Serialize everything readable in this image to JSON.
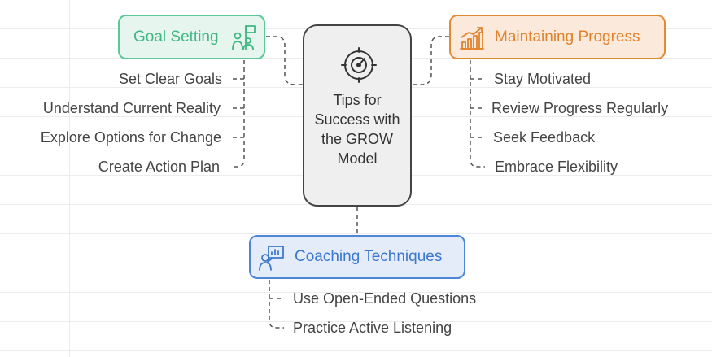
{
  "center": {
    "title": "Tips for Success with the GROW Model",
    "icon": "gauge-icon"
  },
  "goal_setting": {
    "label": "Goal Setting",
    "icon": "team-target-icon",
    "color": "#3fb783",
    "items": [
      "Set Clear Goals",
      "Understand Current Reality",
      "Explore Options for Change",
      "Create Action Plan"
    ]
  },
  "maintaining_progress": {
    "label": "Maintaining Progress",
    "icon": "growth-chart-icon",
    "color": "#e2832b",
    "items": [
      "Stay Motivated",
      "Review Progress Regularly",
      "Seek Feedback",
      "Embrace Flexibility"
    ]
  },
  "coaching_techniques": {
    "label": "Coaching Techniques",
    "icon": "presenter-icon",
    "color": "#3c78cf",
    "items": [
      "Use Open-Ended Questions",
      "Practice Active Listening"
    ]
  }
}
